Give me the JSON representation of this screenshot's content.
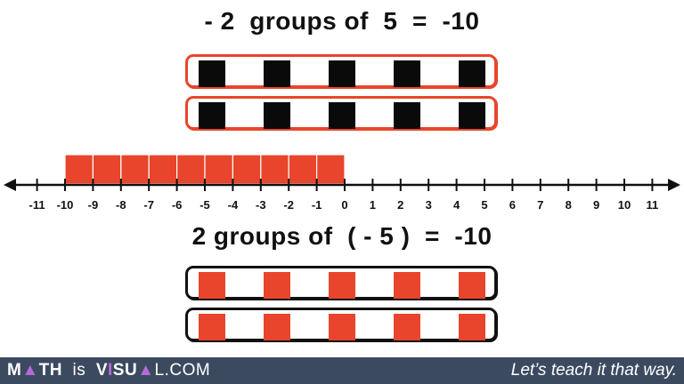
{
  "top_equation": "- 2  groups of  5  =  -10",
  "bottom_equation": "2 groups of  ( - 5 )  =  -10",
  "top_groups": {
    "count": 2,
    "counters_per_group": 5,
    "counter_color": "#0a0a0a",
    "border_color": "#e8452c"
  },
  "bottom_groups": {
    "count": 2,
    "counters_per_group": 5,
    "counter_color": "#e8452c",
    "border_color": "#111111"
  },
  "number_line": {
    "min": -11,
    "max": 11,
    "tick_labels": [
      "-11",
      "-10",
      "-9",
      "-8",
      "-7",
      "-6",
      "-5",
      "-4",
      "-3",
      "-2",
      "-1",
      "0",
      "1",
      "2",
      "3",
      "4",
      "5",
      "6",
      "7",
      "8",
      "9",
      "10",
      "11"
    ],
    "shaded_from": -10,
    "shaded_to": 0,
    "shade_color": "#e8452c"
  },
  "footer": {
    "brand_part1": "M",
    "brand_part1b": "TH",
    "brand_is": "is",
    "brand_part2": "V",
    "brand_part2b": "SU",
    "brand_part2c": "L.COM",
    "tagline": "Let’s teach it that way."
  }
}
